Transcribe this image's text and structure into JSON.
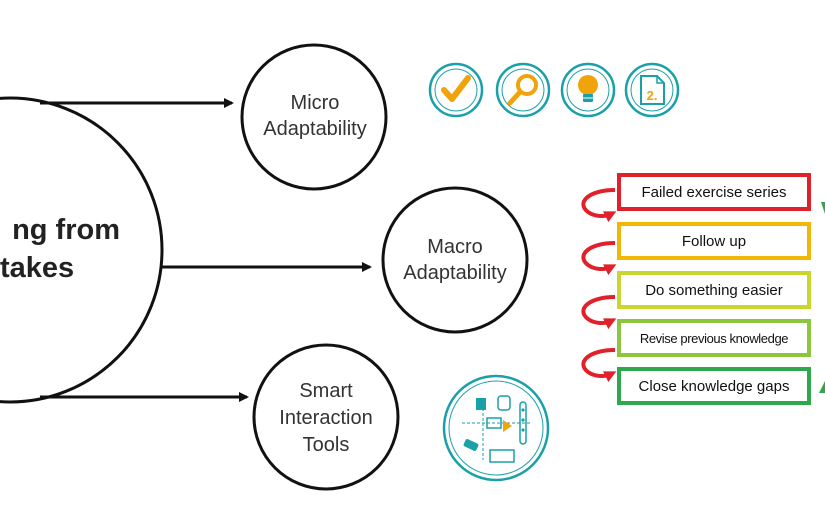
{
  "main_concept": {
    "line1": "ng from",
    "line2": "takes"
  },
  "nodes": {
    "micro": {
      "line1": "Micro",
      "line2": "Adaptability"
    },
    "macro": {
      "line1": "Macro",
      "line2": "Adaptability"
    },
    "tools": {
      "line1": "Smart",
      "line2": "Interaction",
      "line3": "Tools"
    }
  },
  "micro_icons": [
    {
      "icon": "check-icon",
      "color": "#F0A30A"
    },
    {
      "icon": "magnifier-icon",
      "color": "#F0A30A"
    },
    {
      "icon": "lightbulb-icon",
      "color": "#F0A30A"
    },
    {
      "icon": "numbered-document-icon",
      "label": "2."
    }
  ],
  "macro_steps": [
    {
      "label": "Failed exercise series",
      "color": "#E0202A"
    },
    {
      "label": "Follow up",
      "color": "#F2B705"
    },
    {
      "label": "Do something easier",
      "color": "#C9D62E"
    },
    {
      "label": "Revise previous knowledge",
      "color": "#8CC63F"
    },
    {
      "label": "Close knowledge gaps",
      "color": "#2EA84A"
    }
  ],
  "colors": {
    "icon_ring": "#1AA0A8",
    "icon_orange": "#F0A30A",
    "loop_arrow": "#E0202A",
    "outline": "#111111"
  }
}
